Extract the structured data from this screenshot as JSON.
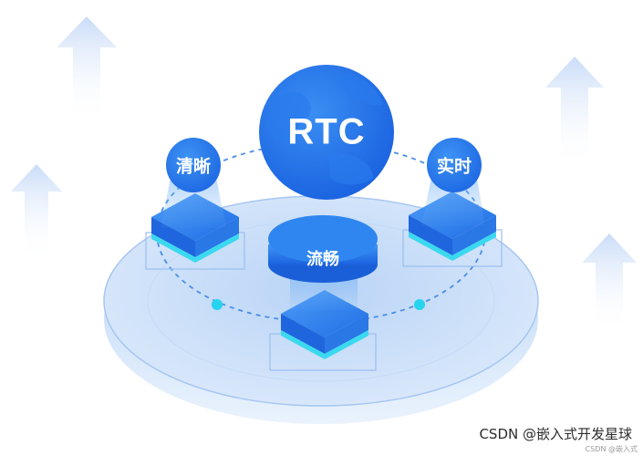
{
  "diagram": {
    "center_label": "RTC",
    "nodes": [
      {
        "id": "qingxi",
        "label": "清晰"
      },
      {
        "id": "shishi",
        "label": "实时"
      },
      {
        "id": "liuchang",
        "label": "流畅"
      }
    ]
  },
  "watermark": {
    "text": "CSDN @嵌入式开发星球",
    "small_text": "CSDN @嵌入式"
  },
  "colors": {
    "primary_blue": "#1e6fe8",
    "light_blue": "#8fc3f7",
    "platform": "#d2e4fb",
    "accent_cyan": "#27d3ee",
    "arrow_fill": "#dde9fb"
  }
}
